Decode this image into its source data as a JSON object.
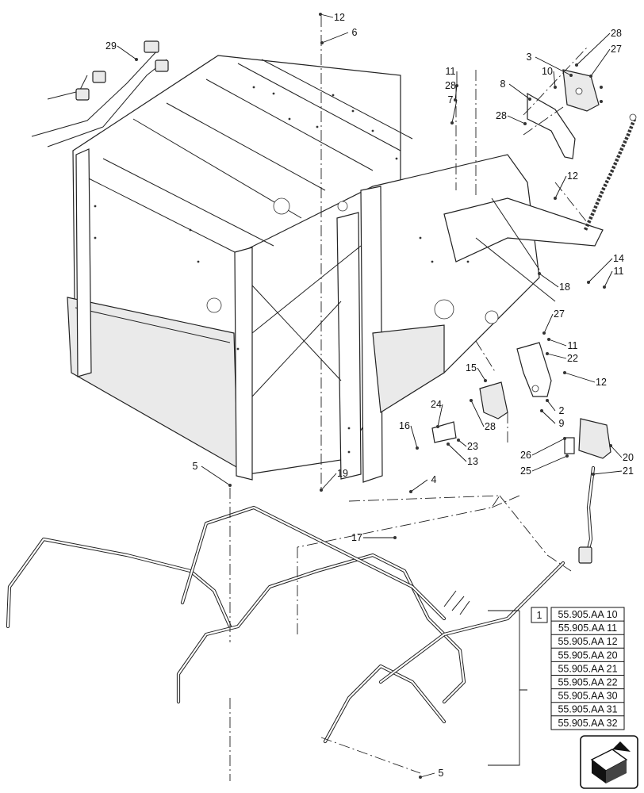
{
  "callouts": [
    {
      "label": "12"
    },
    {
      "label": "6"
    },
    {
      "label": "29"
    },
    {
      "label": "28"
    },
    {
      "label": "3"
    },
    {
      "label": "27"
    },
    {
      "label": "10"
    },
    {
      "label": "11"
    },
    {
      "label": "28"
    },
    {
      "label": "8"
    },
    {
      "label": "7"
    },
    {
      "label": "28"
    },
    {
      "label": "12"
    },
    {
      "label": "14"
    },
    {
      "label": "11"
    },
    {
      "label": "18"
    },
    {
      "label": "27"
    },
    {
      "label": "11"
    },
    {
      "label": "22"
    },
    {
      "label": "12"
    },
    {
      "label": "15"
    },
    {
      "label": "2"
    },
    {
      "label": "9"
    },
    {
      "label": "28"
    },
    {
      "label": "24"
    },
    {
      "label": "16"
    },
    {
      "label": "23"
    },
    {
      "label": "13"
    },
    {
      "label": "20"
    },
    {
      "label": "26"
    },
    {
      "label": "25"
    },
    {
      "label": "21"
    },
    {
      "label": "5"
    },
    {
      "label": "19"
    },
    {
      "label": "4"
    },
    {
      "label": "17"
    },
    {
      "label": "5"
    }
  ],
  "reference_box": {
    "index": "1",
    "refs": [
      "55.905.AA 10",
      "55.905.AA 11",
      "55.905.AA 12",
      "55.905.AA 20",
      "55.905.AA 21",
      "55.905.AA 22",
      "55.905.AA 30",
      "55.905.AA 31",
      "55.905.AA 32"
    ]
  },
  "navigation": {
    "icon": "view-arrow-icon"
  }
}
